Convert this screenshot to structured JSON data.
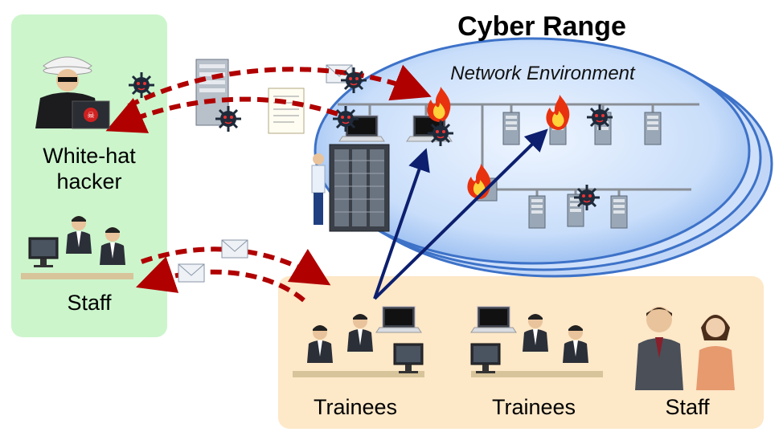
{
  "title": "Cyber Range",
  "network_label": "Network Environment",
  "left_panel": {
    "attacker_label": "White-hat\nhacker",
    "staff_label": "Staff"
  },
  "bottom_panel": {
    "trainees_1": "Trainees",
    "trainees_2": "Trainees",
    "staff_label": "Staff"
  },
  "colors": {
    "left_panel_bg": "#ccf5cc",
    "bottom_panel_bg": "#fde8c8",
    "attack_arrow": "#b00000",
    "trainee_arrow": "#0d1f6e",
    "cloud_fill": "#c6dcfa",
    "cloud_edge": "#4a7fd0"
  },
  "icons": [
    "hacker-icon",
    "virus-icon",
    "fire-icon",
    "server-icon",
    "laptop-icon",
    "email-icon",
    "document-icon",
    "person-icon",
    "monitor-icon"
  ]
}
